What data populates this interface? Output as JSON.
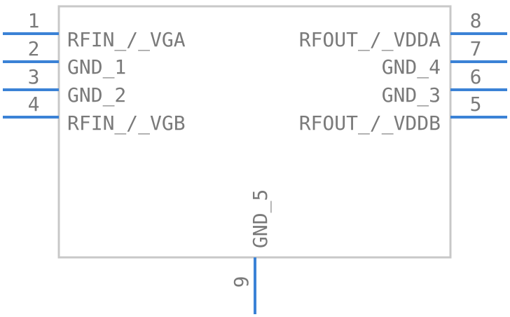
{
  "colors": {
    "pin": "#3b82d6",
    "body_outline": "#c8c8c8",
    "text": "#7a7a7a"
  },
  "component": {
    "pins": [
      {
        "number": "1",
        "label": "RFIN_/_VGA",
        "side": "left"
      },
      {
        "number": "2",
        "label": "GND_1",
        "side": "left"
      },
      {
        "number": "3",
        "label": "GND_2",
        "side": "left"
      },
      {
        "number": "4",
        "label": "RFIN_/_VGB",
        "side": "left"
      },
      {
        "number": "8",
        "label": "RFOUT_/_VDDA",
        "side": "right"
      },
      {
        "number": "7",
        "label": "GND_4",
        "side": "right"
      },
      {
        "number": "6",
        "label": "GND_3",
        "side": "right"
      },
      {
        "number": "5",
        "label": "RFOUT_/_VDDB",
        "side": "right"
      },
      {
        "number": "9",
        "label": "GND_5",
        "side": "bottom"
      }
    ]
  }
}
